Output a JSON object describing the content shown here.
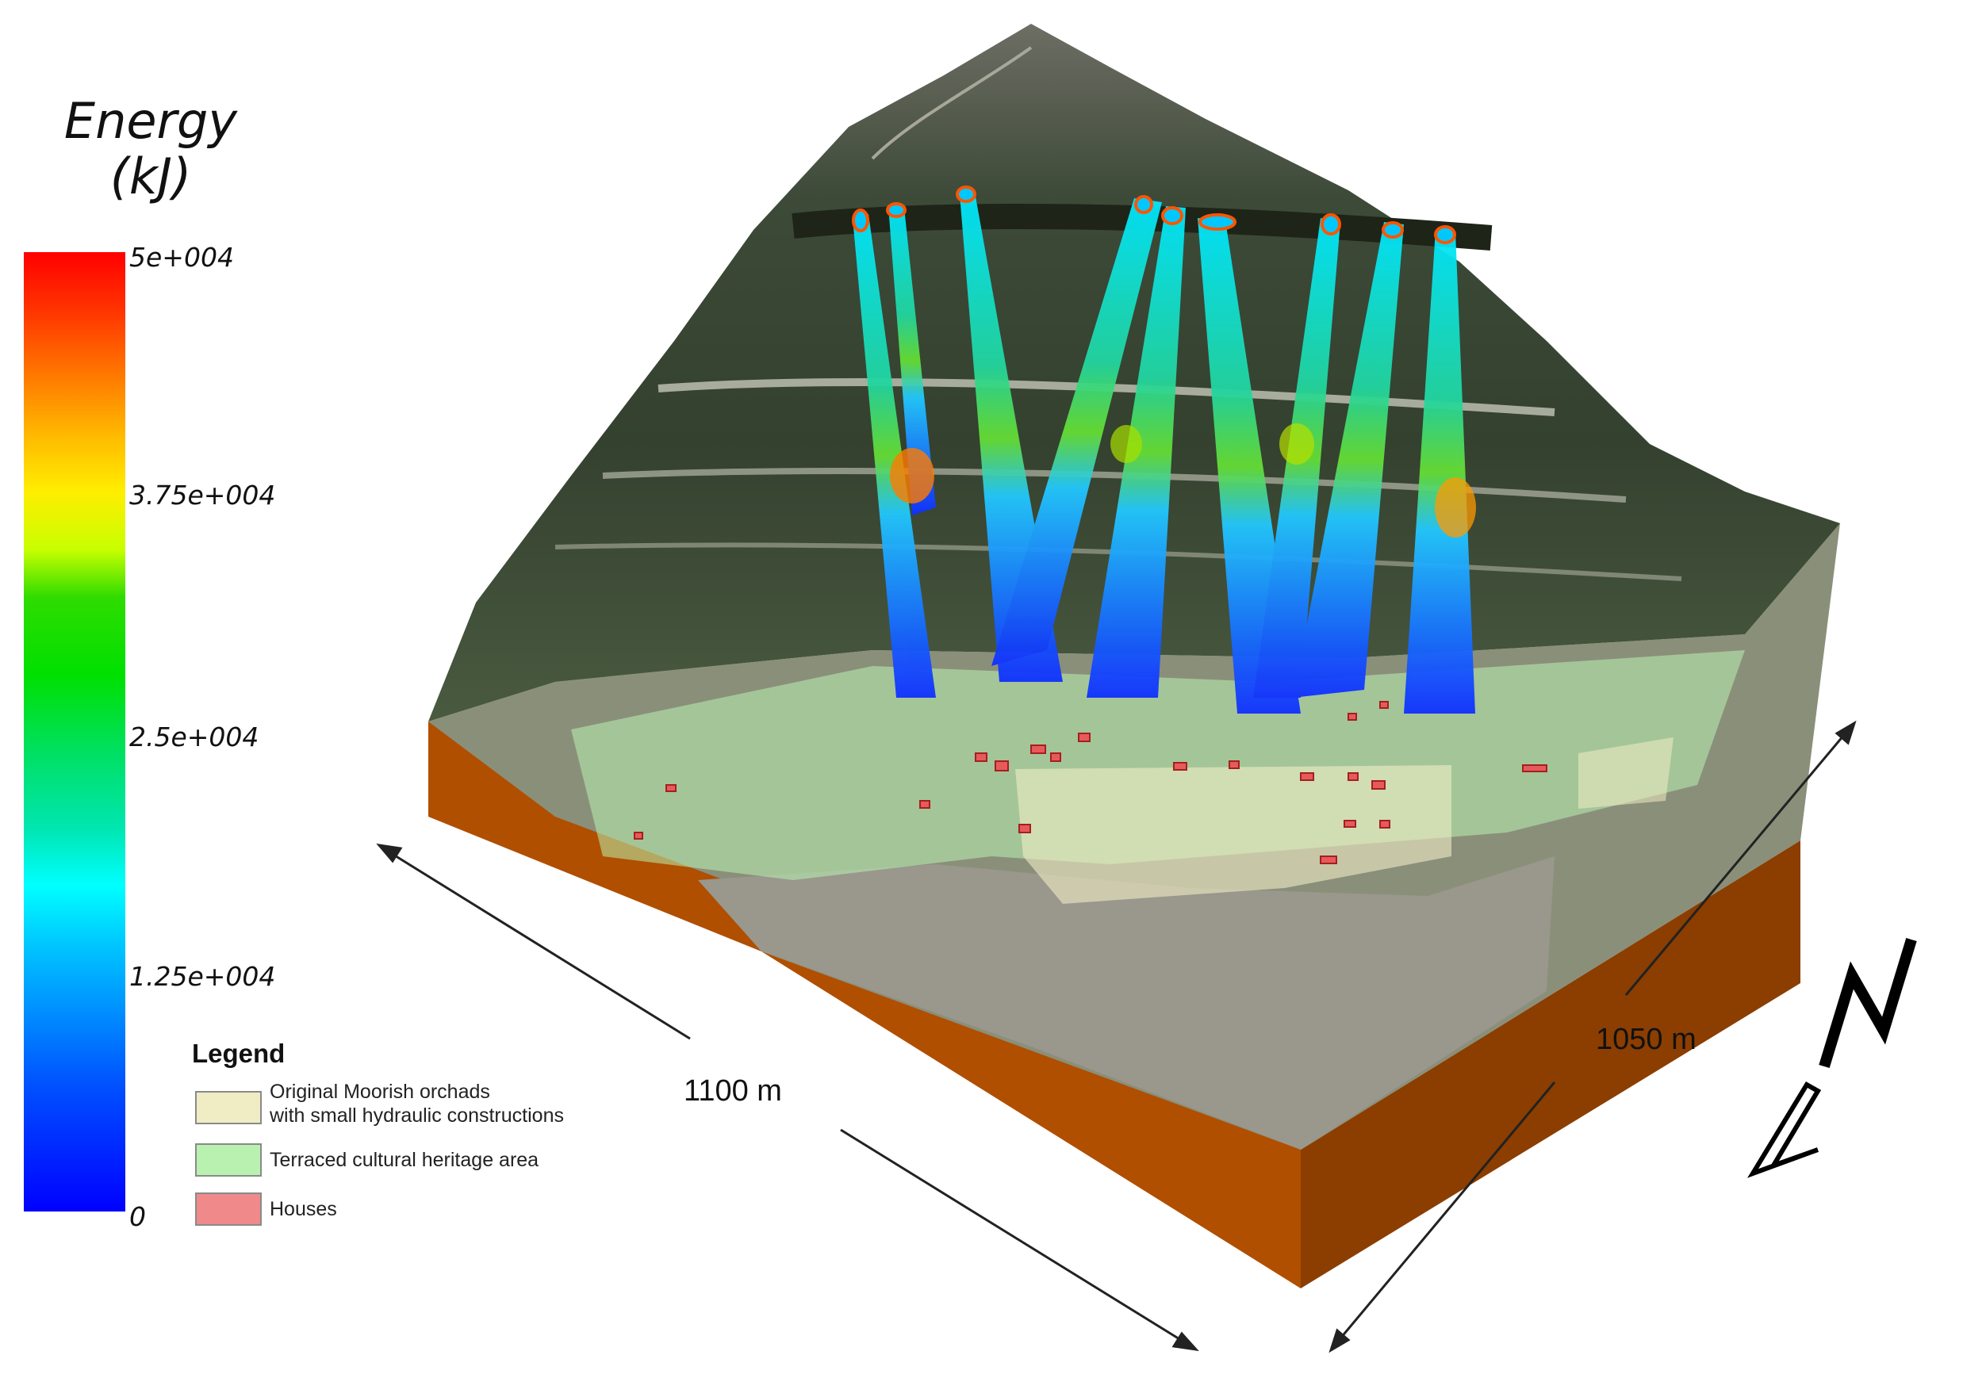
{
  "colorbar": {
    "title_line1": "Energy",
    "title_line2": "(kJ)",
    "ticks": [
      "5e+004",
      "3.75e+004",
      "2.5e+004",
      "1.25e+004",
      "0"
    ]
  },
  "legend": {
    "title": "Legend",
    "items": [
      {
        "label_line1": "Original Moorish orchads",
        "label_line2": "with small hydraulic constructions",
        "color": "#f0ecc4"
      },
      {
        "label_line1": "Terraced cultural heritage area",
        "label_line2": "",
        "color": "#b9f2b0"
      },
      {
        "label_line1": "Houses",
        "label_line2": "",
        "color": "#f08a8a"
      }
    ]
  },
  "dimensions": {
    "width_label": "1100 m",
    "depth_label": "1050 m"
  },
  "north_arrow": {
    "letter": "N"
  },
  "colors": {
    "terrain_side": "#b04f00",
    "terrain_side_dark": "#7a3500",
    "vegetation": "#3b4a36",
    "terraced_area": "#b9f2b0",
    "orchards": "#e6e2a8",
    "houses": "#e85a5a"
  }
}
